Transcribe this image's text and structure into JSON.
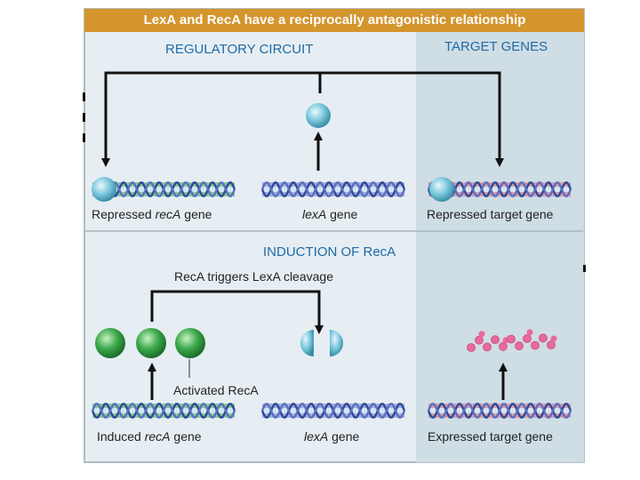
{
  "title": "LexA and RecA have a reciprocally antagonistic relationship",
  "sections": {
    "regulatory_circuit": "REGULATORY CIRCUIT",
    "target_genes": "TARGET GENES",
    "induction": "INDUCTION OF RecA"
  },
  "top_genes": {
    "reca_prefix": "Repressed ",
    "reca_name": "recA",
    "reca_suffix": " gene",
    "lexa_name": "lexA",
    "lexa_suffix": " gene",
    "target": "Repressed target gene"
  },
  "bottom_genes": {
    "reca_prefix": "Induced ",
    "reca_name": "recA",
    "reca_suffix": " gene",
    "lexa_name": "lexA",
    "lexa_suffix": " gene",
    "target": "Expressed target gene"
  },
  "annotations": {
    "cleavage": "RecA triggers LexA cleavage",
    "activated": "Activated RecA"
  },
  "colors": {
    "banner": "#d4952d",
    "panel_left": "#e6eef3",
    "panel_right": "#cfdde5",
    "frame": "#9aa8b0",
    "lexa_protein": "#7cc8dc",
    "reca_protein": "#3aa84a",
    "target_protein": "#e86a9a",
    "section_text": "#1f6aa5"
  }
}
